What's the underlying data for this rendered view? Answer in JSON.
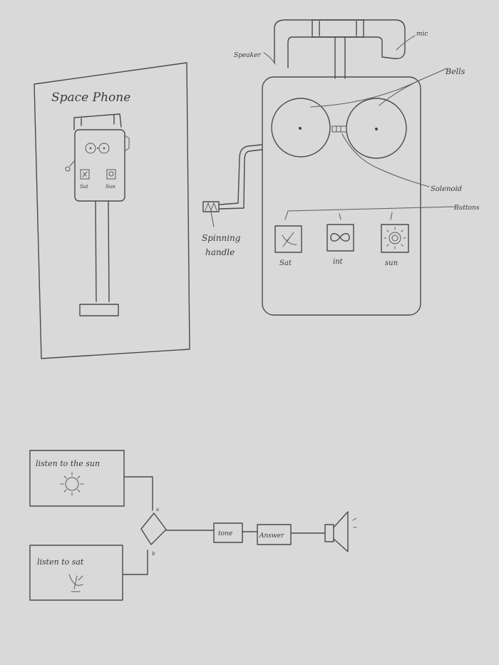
{
  "left_panel": {
    "title": "Space Phone",
    "button_labels": [
      "Sat",
      "Sun"
    ]
  },
  "phone_diagram": {
    "labels": {
      "speaker": "Speaker",
      "mic": "mic",
      "bells": "Bells",
      "solenoid": "Solenoid",
      "buttons": "Buttons",
      "spinning_handle": [
        "Spinning",
        "handle"
      ]
    },
    "buttons": [
      {
        "label": "Sat",
        "icon": "satellite-dish-icon"
      },
      {
        "label": "int",
        "icon": "infinity-icon"
      },
      {
        "label": "sun",
        "icon": "sun-icon"
      }
    ]
  },
  "flow_diagram": {
    "source_boxes": [
      {
        "label": "listen to the sun",
        "icon": "sun-icon"
      },
      {
        "label": "listen to sat",
        "icon": "satellite-dish-icon"
      }
    ],
    "mux_inputs": [
      "a",
      "b"
    ],
    "blocks": [
      "tone",
      "Answer"
    ],
    "output_icon": "speaker-icon"
  },
  "colors": {
    "paper": "#d9d9d9",
    "ink": "#4a4a4a"
  }
}
